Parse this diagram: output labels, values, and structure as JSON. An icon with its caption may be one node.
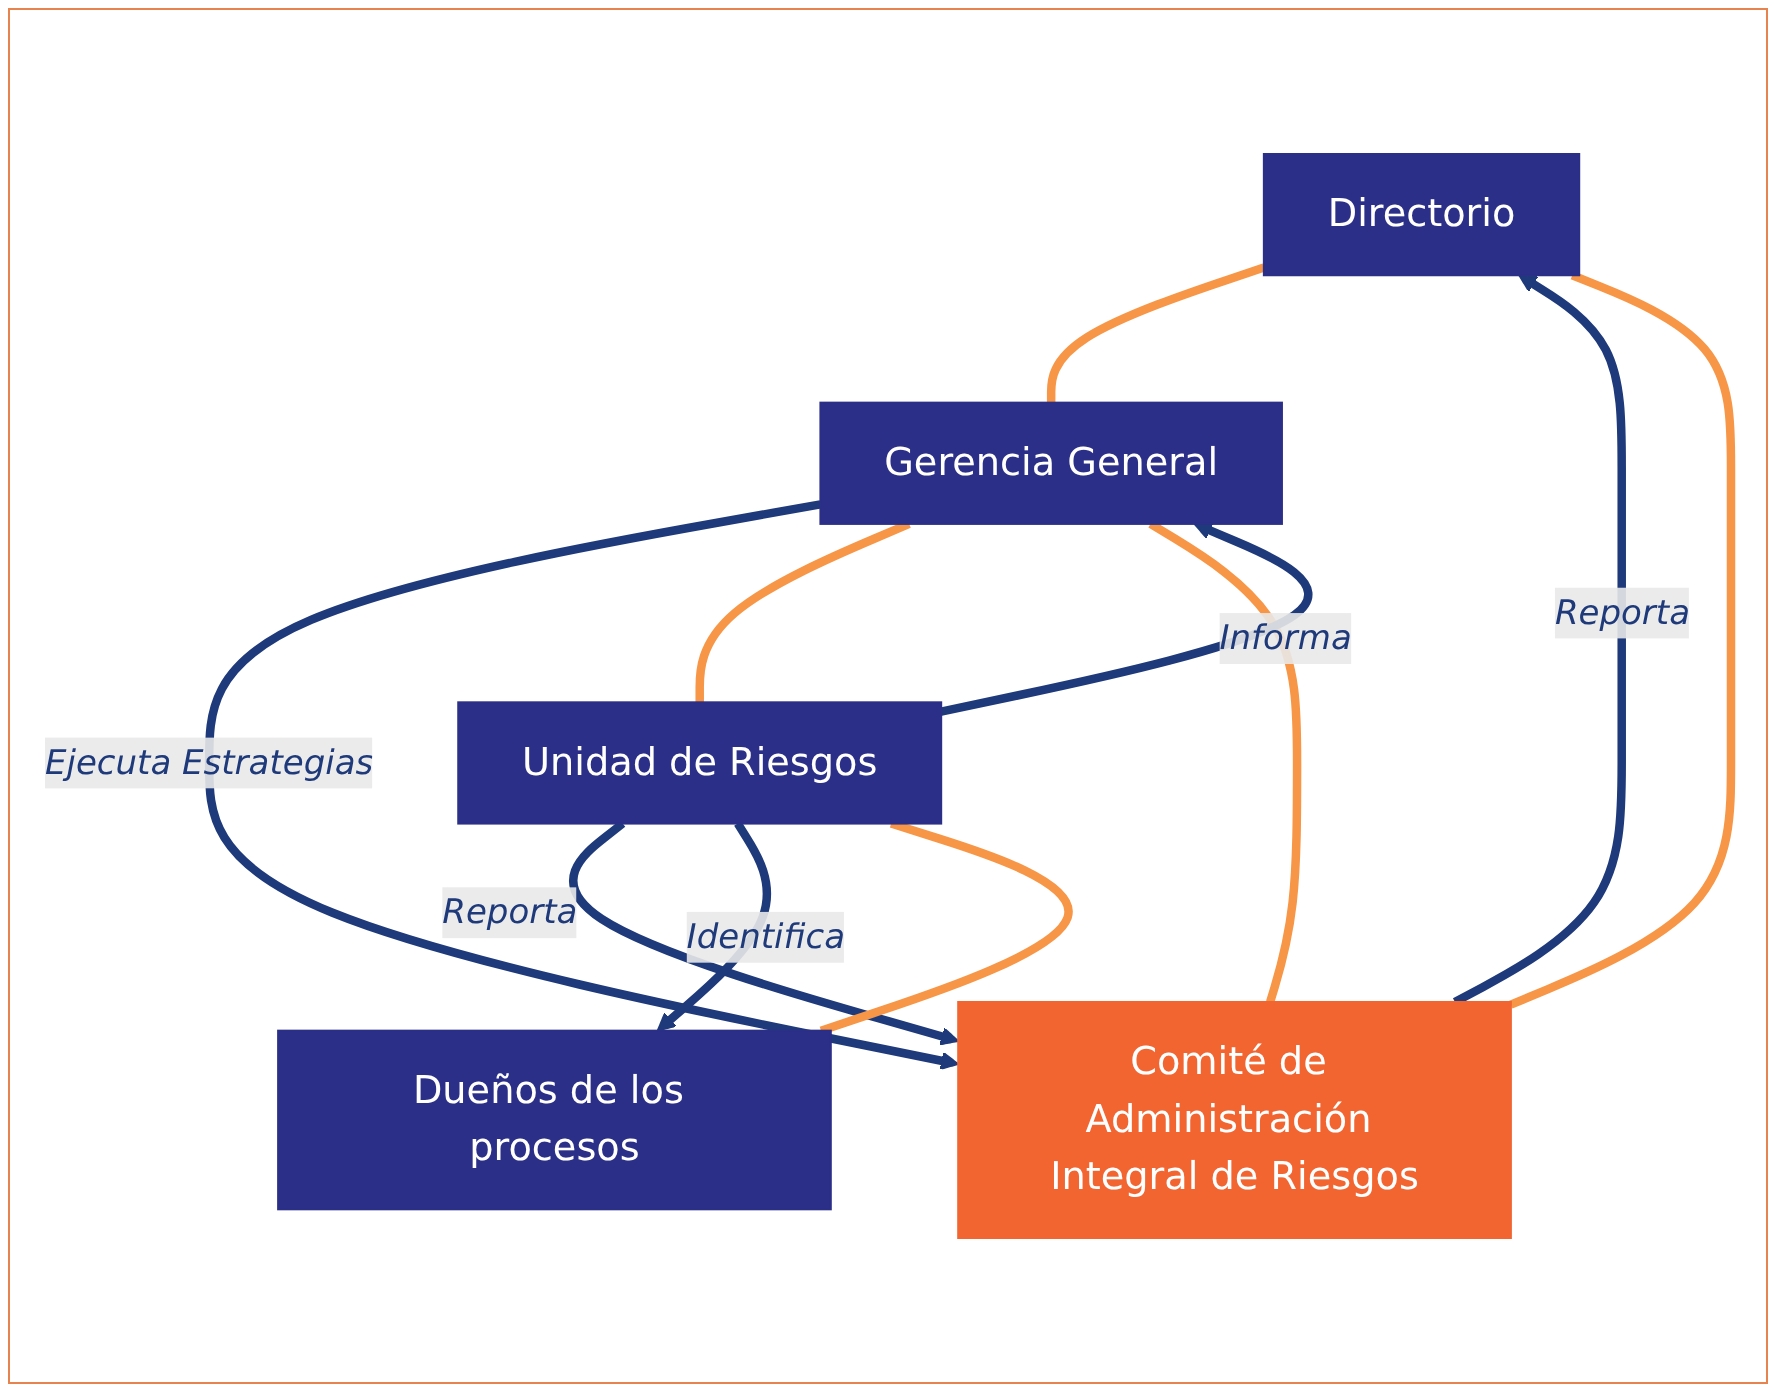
{
  "diagram": {
    "nodes": [
      {
        "text": [
          "Directorio"
        ]
      },
      {
        "text": [
          "Comité de Administración Integral de Riesgos"
        ]
      },
      {
        "text": [
          "Gerencia General"
        ]
      },
      {
        "text": [
          "Unidad de Riesgos"
        ]
      },
      {
        "text": [
          "Dueños de los procesos"
        ]
      }
    ],
    "edges": [
      {
        "from": 1,
        "to": 0,
        "arrow": "to",
        "label": "Reporta",
        "color": "#1f3a7a"
      },
      {
        "from": 0,
        "to": 2,
        "arrow": "none",
        "color": "#f79646"
      },
      {
        "from": 1,
        "to": 0,
        "arrow": "none",
        "color": "#f79646"
      },
      {
        "from": 1,
        "to": 2,
        "arrow": "none",
        "color": "#f79646"
      },
      {
        "from": 2,
        "to": 1,
        "arrow": "to",
        "label": "Ejecuta Estrategias",
        "color": "#1f3a7a"
      },
      {
        "from": 3,
        "to": 2,
        "arrow": "to",
        "label": "Informa",
        "color": "#1f3a7a"
      },
      {
        "from": 2,
        "to": 3,
        "arrow": "none",
        "color": "#f79646"
      },
      {
        "from": 3,
        "to": 1,
        "arrow": "to",
        "label": "Reporta",
        "color": "#1f3a7a"
      },
      {
        "from": 3,
        "to": 4,
        "arrow": "to",
        "label": "Identifica",
        "color": "#1f3a7a"
      },
      {
        "from": 3,
        "to": 4,
        "arrow": "none",
        "color": "#f79646"
      }
    ]
  }
}
